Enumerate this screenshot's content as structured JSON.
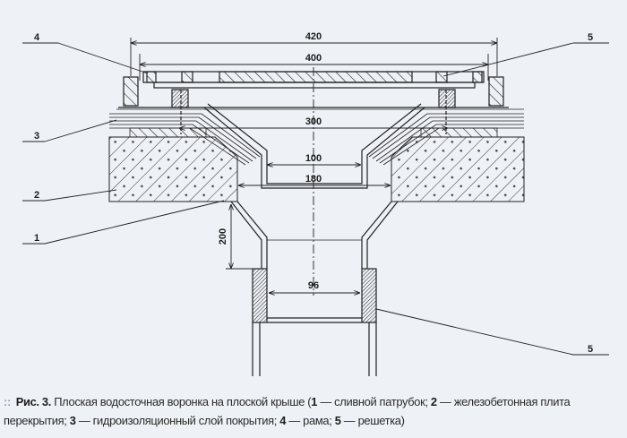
{
  "figure": {
    "callouts": {
      "c4": "4",
      "c5_top": "5",
      "c3": "3",
      "c2": "2",
      "c1": "1",
      "c5_bottom": "5"
    },
    "dimensions": {
      "d420": "420",
      "d400": "400",
      "d300": "300",
      "d100": "100",
      "d180": "180",
      "d200": "200",
      "d96": "96"
    }
  },
  "caption": {
    "bullet": "::",
    "fig_label": "Рис. 3.",
    "title": "Плоская водосточная воронка на плоской крыше (",
    "items": [
      {
        "num": "1",
        "text": " — сливной патрубок; "
      },
      {
        "num": "2",
        "text": " — железобетонная плита перекрытия; "
      },
      {
        "num": "3",
        "text": " — гидроизоляционный слой покрытия; "
      },
      {
        "num": "4",
        "text": " — рама; "
      },
      {
        "num": "5",
        "text": " — решетка)"
      }
    ]
  }
}
